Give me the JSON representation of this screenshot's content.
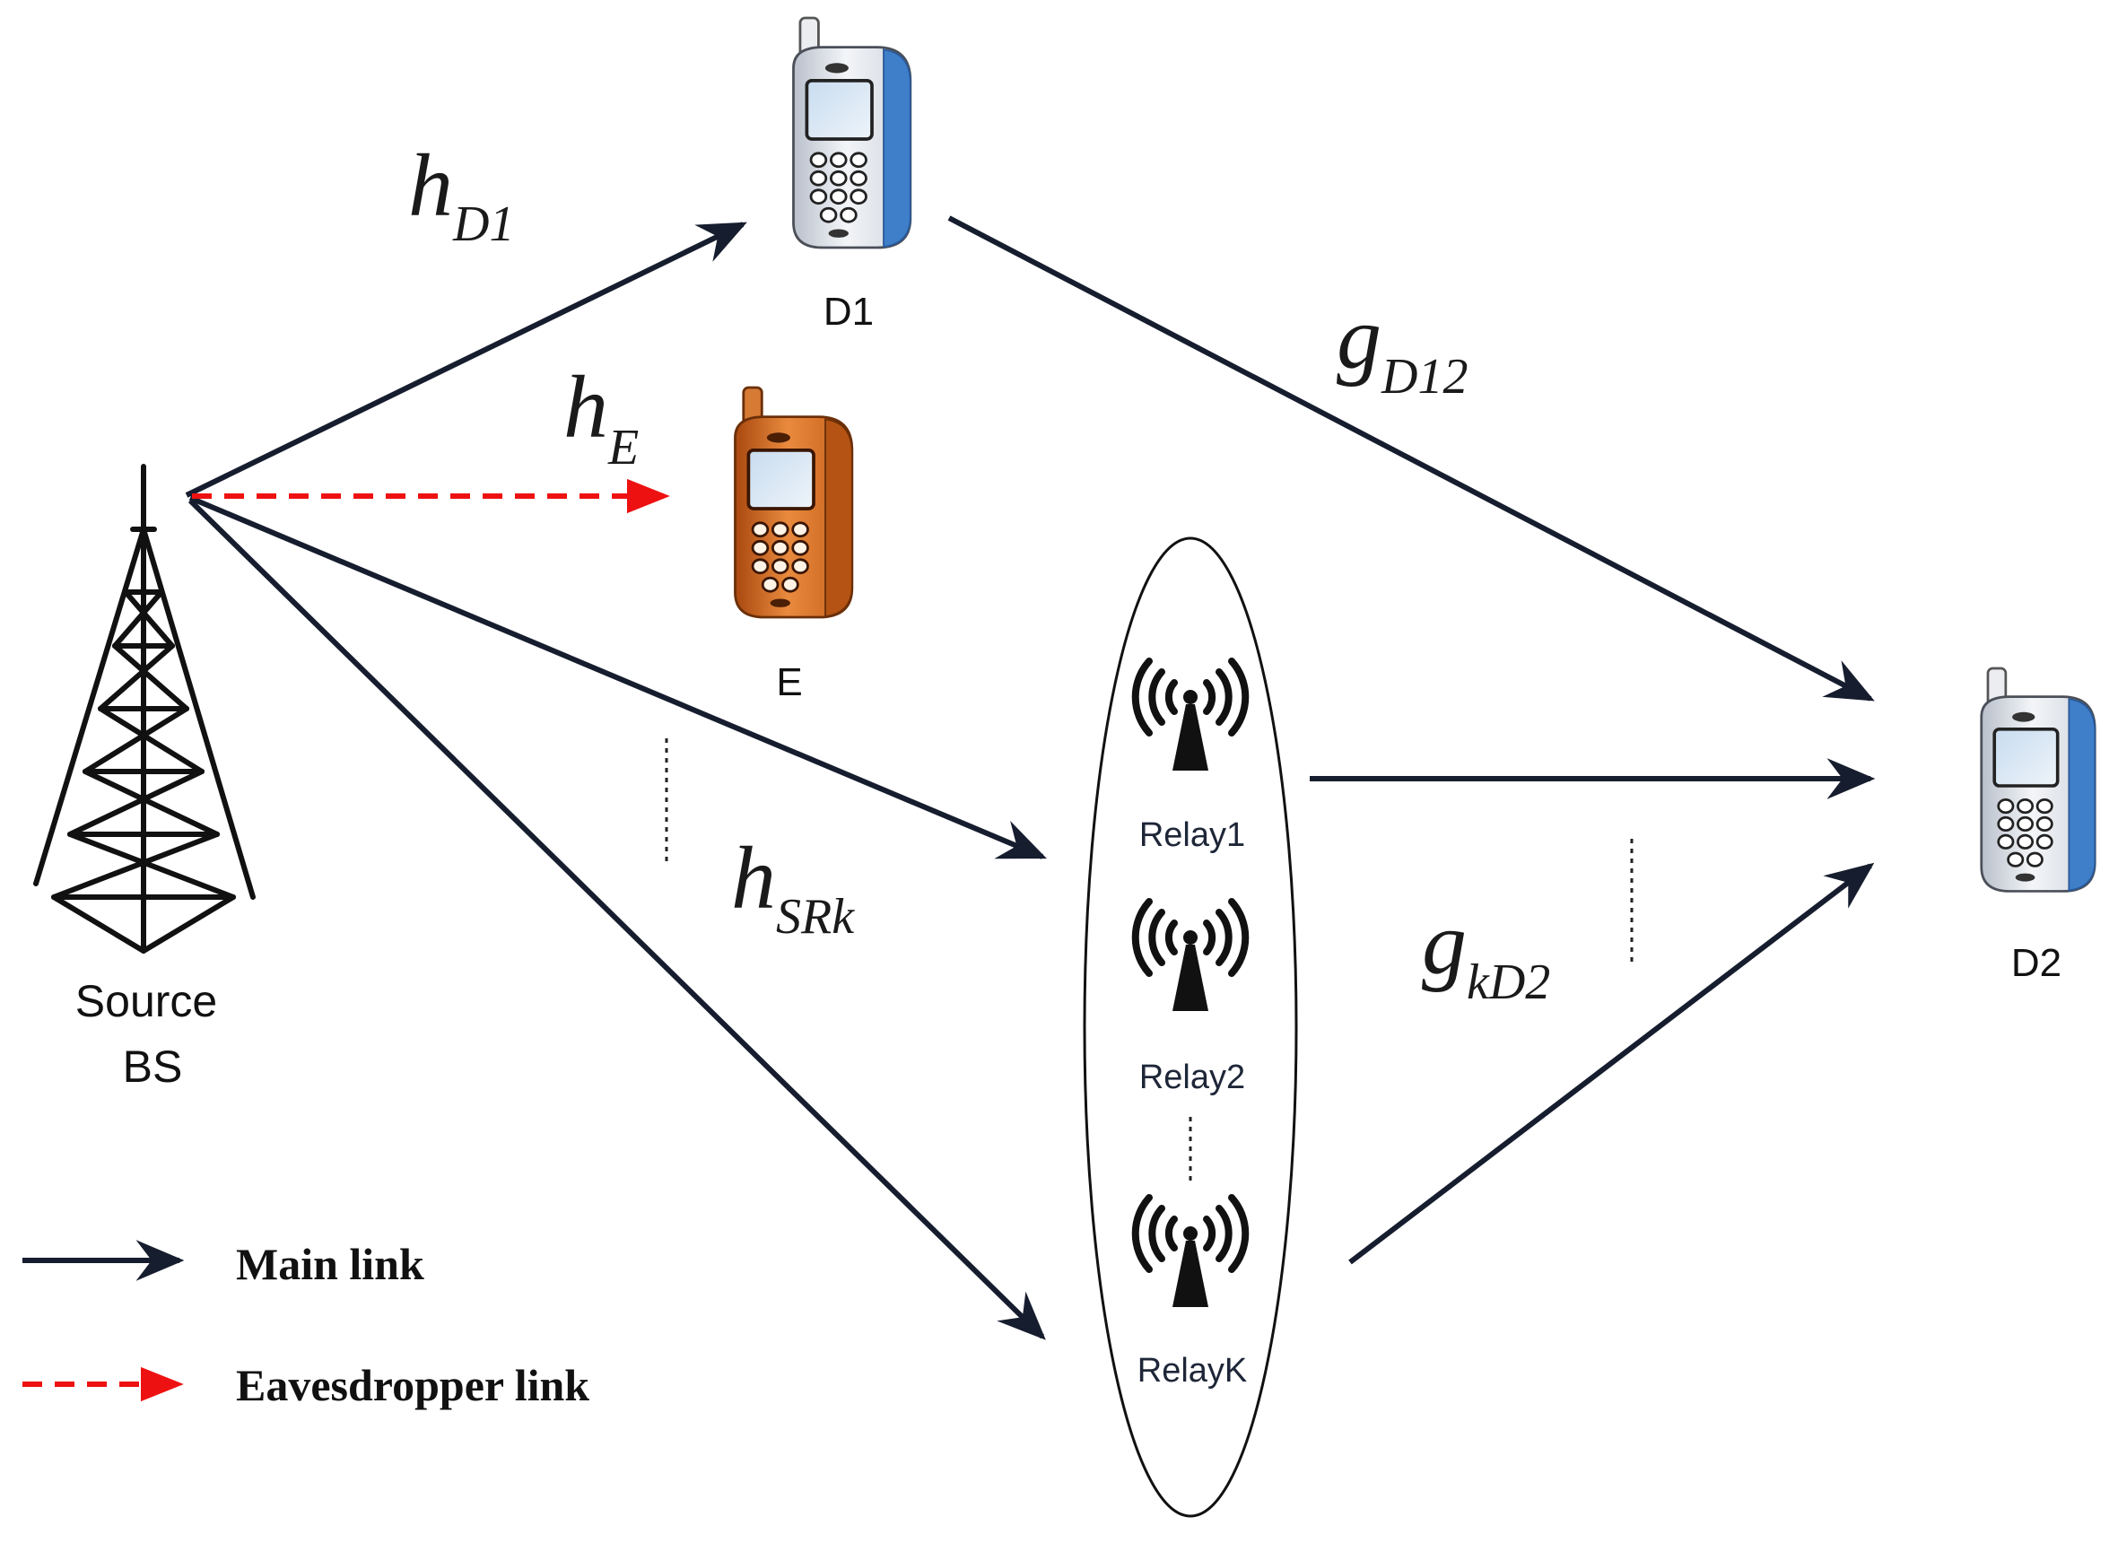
{
  "nodes": {
    "source": {
      "line1": "Source",
      "line2": "BS"
    },
    "d1": "D1",
    "eve": "E",
    "d2": "D2",
    "relays": [
      "Relay1",
      "Relay2",
      "RelayK"
    ]
  },
  "channels": {
    "hD1": {
      "base": "h",
      "sub": "D1"
    },
    "hE": {
      "base": "h",
      "sub": "E"
    },
    "hSRk": {
      "base": "h",
      "sub": "SRk"
    },
    "gD12": {
      "base": "g",
      "sub": "D12"
    },
    "gkD2": {
      "base": "g",
      "sub": "kD2"
    }
  },
  "legend": {
    "main_link": "Main link",
    "eavesdropper_link": "Eavesdropper link"
  },
  "colors": {
    "main_link": "#161d2e",
    "eavesdropper_link": "#ee1111",
    "legit_phone_body": "#dde2ea",
    "legit_phone_side": "#3f7fc9",
    "eve_phone_body": "#d86a1f",
    "eve_phone_side": "#a84a10"
  },
  "icons": {
    "source": "cell-tower-icon",
    "d1": "mobile-phone-icon",
    "eve": "eavesdropper-phone-icon",
    "d2": "mobile-phone-icon",
    "relay": "wireless-antenna-icon"
  }
}
